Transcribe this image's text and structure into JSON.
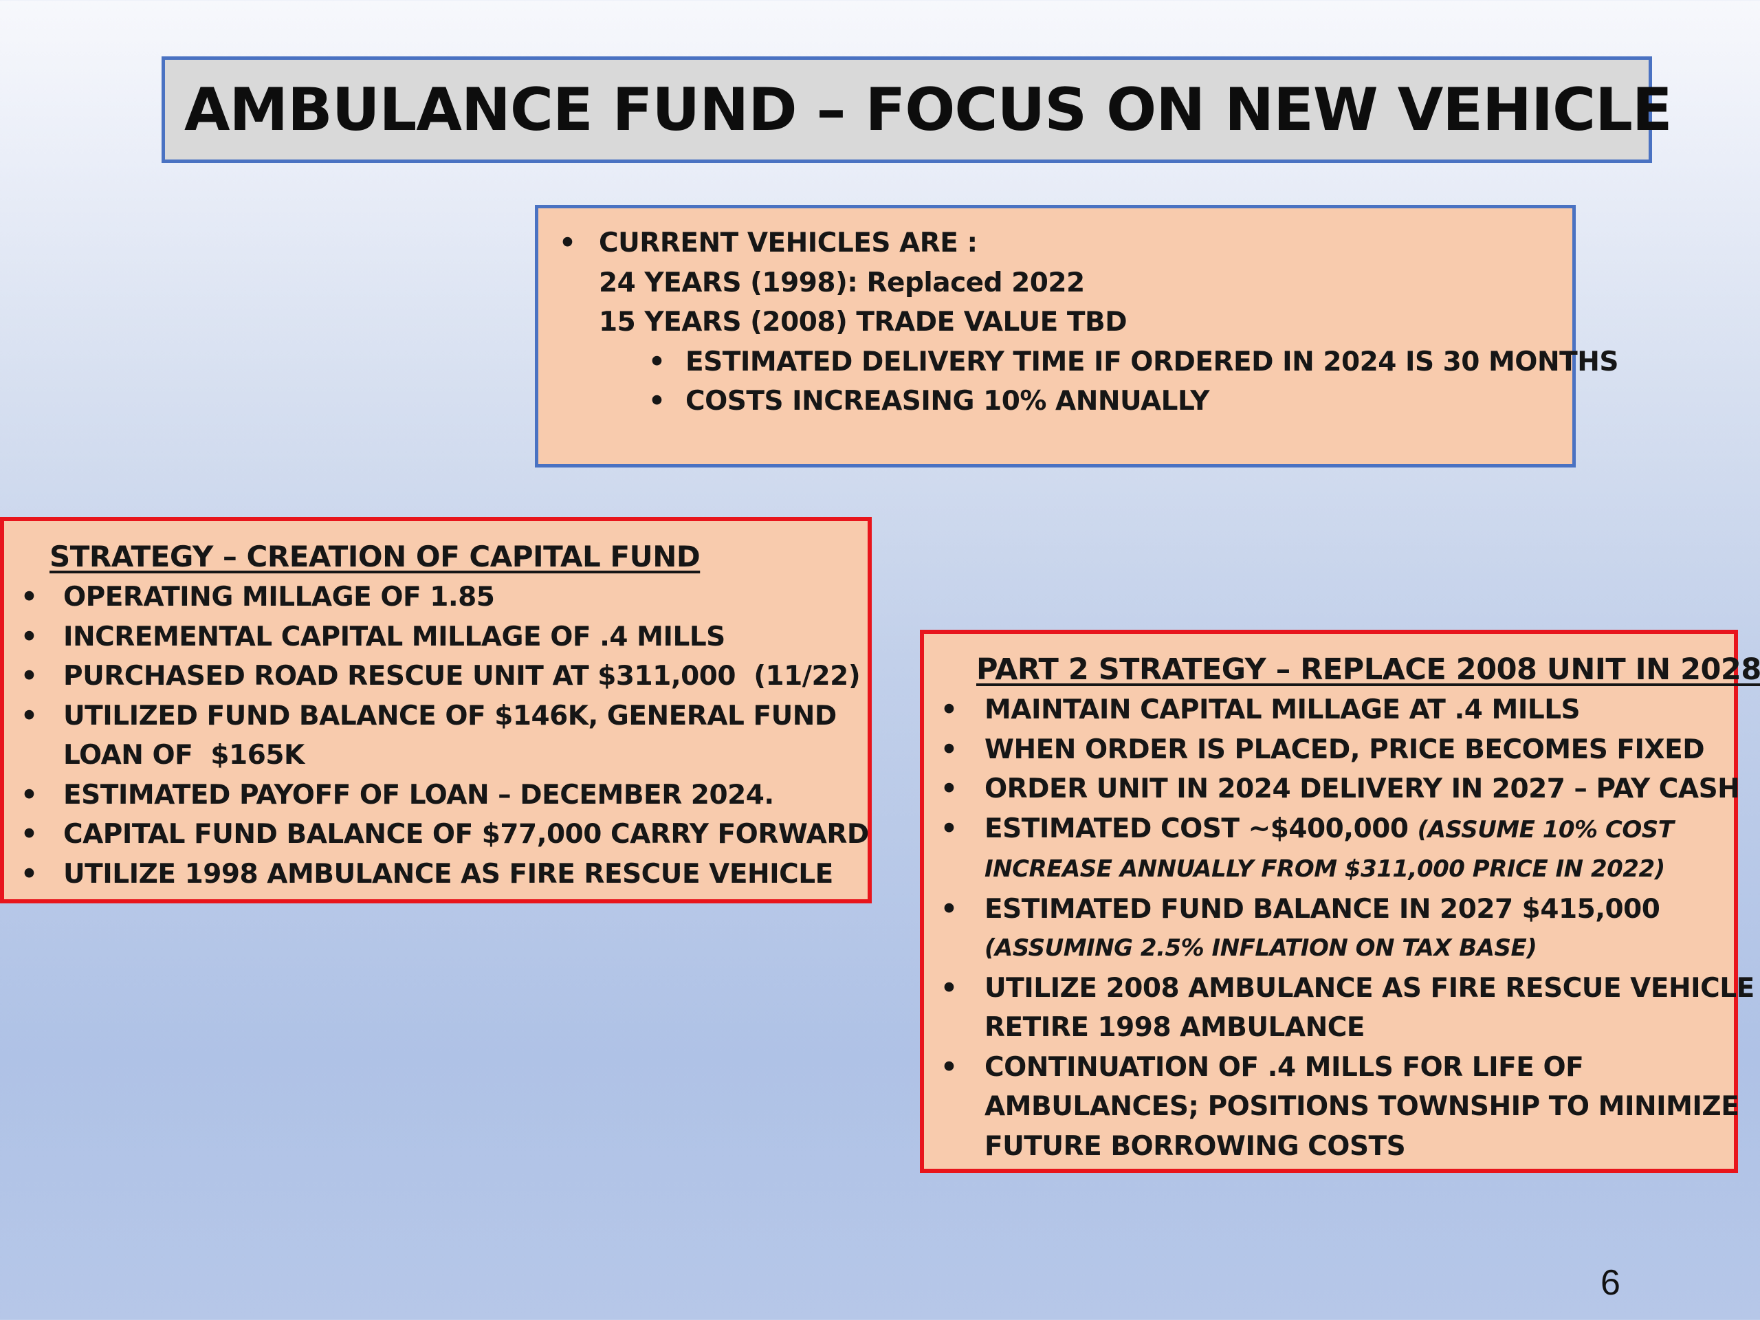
{
  "title": "AMBULANCE FUND – FOCUS ON NEW VEHICLE",
  "vehicles_box": {
    "bullet_main": "CURRENT VEHICLES ARE :",
    "line1": "24 YEARS (1998): Replaced 2022",
    "line2": "15 YEARS (2008) TRADE VALUE TBD",
    "sub_bullets": [
      "ESTIMATED DELIVERY TIME IF ORDERED IN 2024 IS 30 MONTHS",
      "COSTS INCREASING 10% ANNUALLY"
    ]
  },
  "strategy_box": {
    "heading": "STRATEGY – CREATION OF CAPITAL FUND",
    "items": [
      "OPERATING MILLAGE OF 1.85",
      "INCREMENTAL CAPITAL MILLAGE OF .4 MILLS",
      "PURCHASED ROAD RESCUE UNIT AT $311,000  (11/22)",
      "UTILIZED FUND BALANCE OF $146K, GENERAL FUND",
      "ESTIMATED PAYOFF OF LOAN – DECEMBER 2024.",
      "CAPITAL FUND BALANCE OF $77,000 CARRY FORWARD",
      "UTILIZE 1998 AMBULANCE AS FIRE RESCUE VEHICLE"
    ],
    "item4_cont": "LOAN OF  $165K"
  },
  "part2_box": {
    "heading": "PART 2 STRATEGY – REPLACE 2008 UNIT IN 2028",
    "items": [
      "MAINTAIN CAPITAL MILLAGE AT .4 MILLS",
      "WHEN ORDER IS PLACED, PRICE BECOMES FIXED",
      "ORDER UNIT IN 2024 DELIVERY IN 2027 – PAY CASH",
      "ESTIMATED COST ~$400,000 ",
      "ESTIMATED FUND BALANCE IN 2027 $415,000",
      "UTILIZE 2008 AMBULANCE AS FIRE RESCUE VEHICLE –",
      "CONTINUATION OF .4 MILLS FOR LIFE OF"
    ],
    "item4_italic": "(ASSUME 10% COST",
    "item4_cont": "INCREASE ANNUALLY FROM $311,000 PRICE IN 2022)",
    "item5_cont": "(ASSUMING 2.5% INFLATION ON TAX BASE)",
    "item6_cont": "RETIRE 1998 AMBULANCE",
    "item7_cont1": "AMBULANCES; POSITIONS TOWNSHIP TO MINIMIZE",
    "item7_cont2": "FUTURE BORROWING COSTS"
  },
  "bullet_char": "•",
  "page_number": "6",
  "colors": {
    "title_border": "#4a72c2",
    "title_fill": "#d9d9d9",
    "box_fill": "#f8cbad",
    "red_border": "#e8151c"
  }
}
